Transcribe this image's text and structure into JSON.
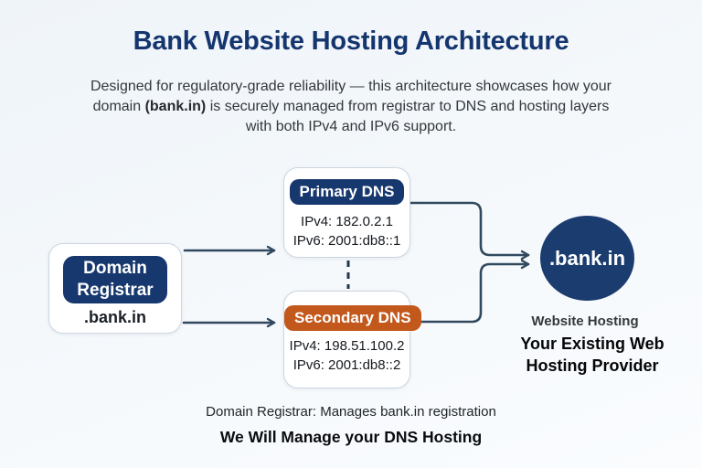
{
  "page": {
    "title": "Bank Website Hosting Architecture",
    "subtitle": {
      "line1": "Designed for regulatory-grade reliability — this architecture showcases how your",
      "line2_pre": "domain ",
      "line2_bold": "(bank.in)",
      "line2_post": " is securely managed from registrar to DNS and hosting layers",
      "line3": "with both IPv4 and IPv6 support."
    }
  },
  "diagram": {
    "registrar": {
      "label": "Domain Registrar",
      "domain": ".bank.in"
    },
    "primary_dns": {
      "label": "Primary DNS",
      "ipv4": "IPv4: 182.0.2.1",
      "ipv6": "IPv6: 2001:db8::1"
    },
    "secondary_dns": {
      "label": "Secondary DNS",
      "ipv4": "IPv4: 198.51.100.2",
      "ipv6": "IPv6: 2001:db8::2"
    },
    "hosting": {
      "domain": ".bank.in",
      "caption": "Website Hosting",
      "provider_line1": "Your Existing Web",
      "provider_line2": "Hosting Provider"
    }
  },
  "footnotes": {
    "registrar_note": "Domain Registrar: Manages bank.in registration",
    "dns_note": "We Will Manage your DNS Hosting"
  },
  "colors": {
    "navy": "#17386E",
    "circle_navy": "#1B3C6E",
    "orange": "#C2581C",
    "title_navy": "#14356E",
    "arrow": "#31495E",
    "card_border": "#CCD6E1",
    "background": "#F2F6FA"
  }
}
